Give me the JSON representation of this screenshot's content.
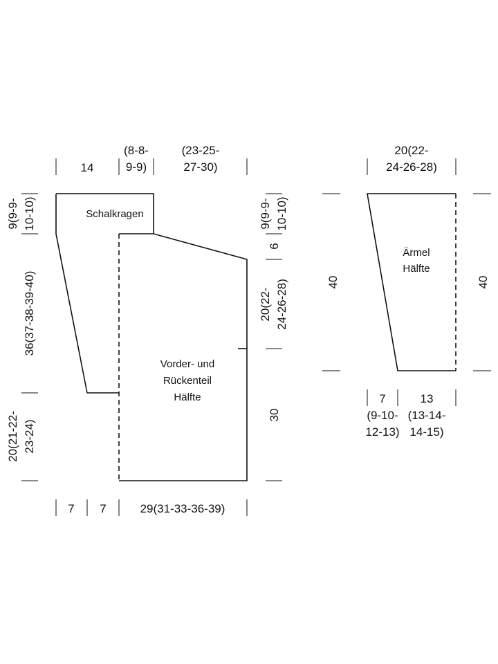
{
  "body_piece": {
    "top_dims": {
      "collar_width": "14",
      "shoulder_step": [
        "(8-8-",
        "9-9)"
      ],
      "shoulder_slope": [
        "(23-25-",
        "27-30)"
      ]
    },
    "collar_label": "Schalkragen",
    "main_label": [
      "Vorder- und",
      "Rückenteil",
      "Hälfte"
    ],
    "left_dims": {
      "collar_height": [
        "9(9-9-",
        "10-10)"
      ],
      "front_edge": "36(37-38-39-40)",
      "lower": [
        "20(21-22-",
        "23-24)"
      ]
    },
    "right_dims": {
      "collar_height": [
        "9(9-9-",
        "10-10)"
      ],
      "slope": "6",
      "armhole": [
        "20(22-",
        "24-26-28)"
      ],
      "side": "30"
    },
    "bottom_dims": {
      "band_a": "7",
      "band_b": "7",
      "width": "29(31-33-36-39)"
    }
  },
  "sleeve_piece": {
    "top_dim": [
      "20(22-",
      "24-26-28)"
    ],
    "label": [
      "Ärmel",
      "Hälfte"
    ],
    "height_left": "40",
    "height_right": "40",
    "bottom_dims": {
      "left": [
        "7",
        "(9-10-",
        "12-13)"
      ],
      "right": [
        "13",
        "(13-14-",
        "14-15)"
      ]
    }
  }
}
